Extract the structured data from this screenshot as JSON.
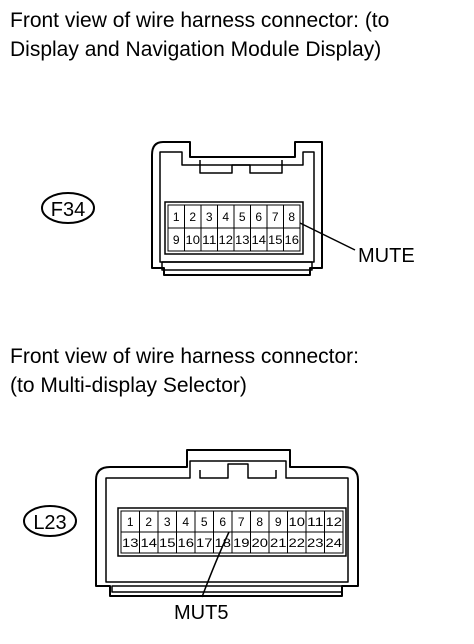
{
  "connector_a": {
    "caption_line1": "Front view of wire harness connector: (to",
    "caption_line2": "Display and Navigation Module Display)",
    "code": "F34",
    "pins_row1": [
      "1",
      "2",
      "3",
      "4",
      "5",
      "6",
      "7",
      "8"
    ],
    "pins_row2": [
      "9",
      "10",
      "11",
      "12",
      "13",
      "14",
      "15",
      "16"
    ],
    "callout": "MUTE"
  },
  "connector_b": {
    "caption_line1": "Front view of wire harness connector:",
    "caption_line2": "(to Multi-display Selector)",
    "code": "L23",
    "pins_row1": [
      "1",
      "2",
      "3",
      "4",
      "5",
      "6",
      "7",
      "8",
      "9",
      "10",
      "11",
      "12"
    ],
    "pins_row2": [
      "13",
      "14",
      "15",
      "16",
      "17",
      "18",
      "19",
      "20",
      "21",
      "22",
      "23",
      "24"
    ],
    "callout": "MUT5"
  }
}
